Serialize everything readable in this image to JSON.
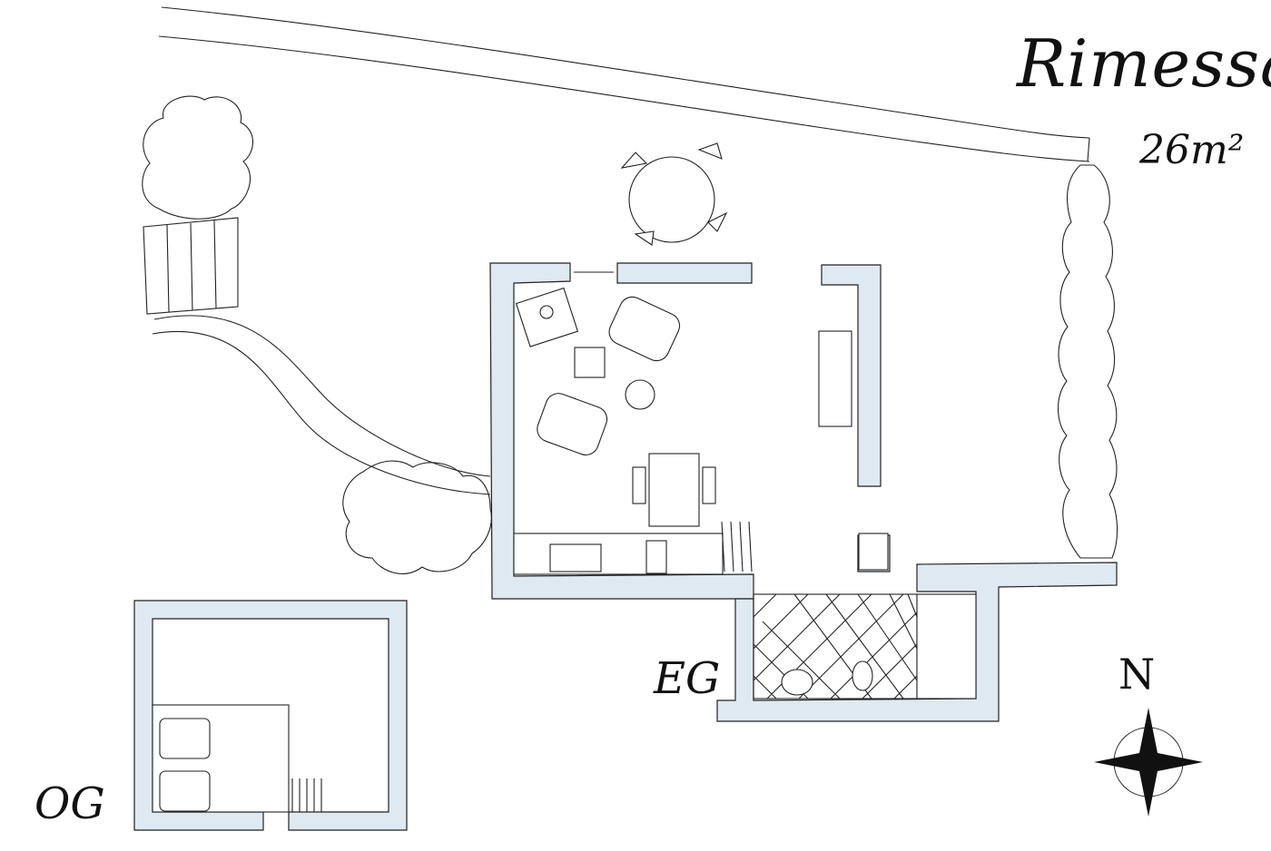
{
  "title": "Rimessa",
  "area": "26m²",
  "floors": {
    "ground": "EG",
    "upper": "OG"
  },
  "compass": {
    "north_label": "N"
  },
  "colors": {
    "wall_fill": "#dfe9f1",
    "ink": "#222222"
  }
}
